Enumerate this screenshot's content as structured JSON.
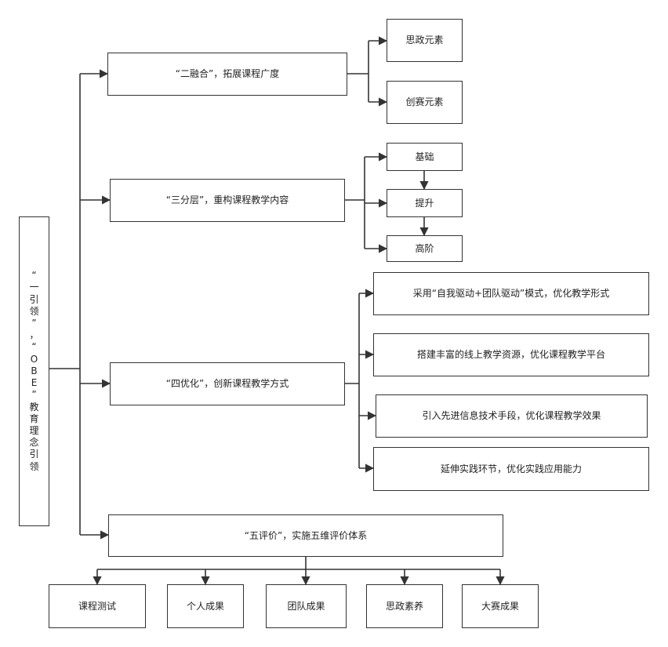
{
  "root": {
    "text": "“一引领”，“OBE”教育理念引领"
  },
  "branches": [
    {
      "label": "“二融合”，拓展课程广度",
      "children": [
        "思政元素",
        "创赛元素"
      ]
    },
    {
      "label": "“三分层”，重构课程教学内容",
      "children": [
        "基础",
        "提升",
        "高阶"
      ]
    },
    {
      "label": "“四优化”，创新课程教学方式",
      "children": [
        "采用“自我驱动+团队驱动”模式，优化教学形式",
        "搭建丰富的线上教学资源，优化课程教学平台",
        "引入先进信息技术手段，优化课程教学效果",
        "延伸实践环节，优化实践应用能力"
      ]
    },
    {
      "label": "“五评价”，实施五维评价体系",
      "children": [
        "课程测试",
        "个人成果",
        "团队成果",
        "思政素养",
        "大赛成果"
      ]
    }
  ]
}
